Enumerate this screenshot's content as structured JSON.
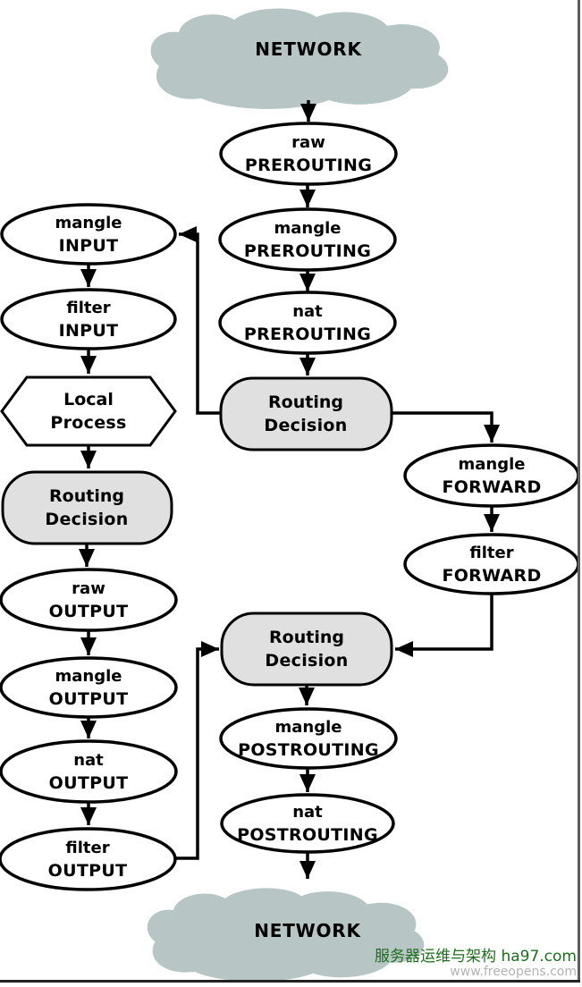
{
  "colors": {
    "cloud_fill": "#b7c5c5",
    "node_fill": "#ffffff",
    "decision_fill": "#e0e0e0",
    "stroke": "#000000",
    "watermark_green": "#1c6e1c",
    "watermark_gray": "#b3b3b3",
    "edge_right_shadow": "#5e5e5e",
    "edge_bottom_shadow": "#222222"
  },
  "clouds": {
    "top": {
      "label": "NETWORK"
    },
    "bottom": {
      "label": "NETWORK"
    }
  },
  "nodes": {
    "raw_prerouting": {
      "line1": "raw",
      "line2": "PREROUTING"
    },
    "mangle_prerouting": {
      "line1": "mangle",
      "line2": "PREROUTING"
    },
    "nat_prerouting": {
      "line1": "nat",
      "line2": "PREROUTING"
    },
    "mangle_input": {
      "line1": "mangle",
      "line2": "INPUT"
    },
    "filter_input": {
      "line1": "filter",
      "line2": "INPUT"
    },
    "local_process": {
      "line1": "Local",
      "line2": "Process"
    },
    "routing_decision_left": {
      "line1": "Routing",
      "line2": "Decision"
    },
    "routing_decision_mid": {
      "line1": "Routing",
      "line2": "Decision"
    },
    "routing_decision_bottom": {
      "line1": "Routing",
      "line2": "Decision"
    },
    "raw_output": {
      "line1": "raw",
      "line2": "OUTPUT"
    },
    "mangle_output": {
      "line1": "mangle",
      "line2": "OUTPUT"
    },
    "nat_output": {
      "line1": "nat",
      "line2": "OUTPUT"
    },
    "filter_output": {
      "line1": "filter",
      "line2": "OUTPUT"
    },
    "mangle_forward": {
      "line1": "mangle",
      "line2": "FORWARD"
    },
    "filter_forward": {
      "line1": "filter",
      "line2": "FORWARD"
    },
    "mangle_postrouting": {
      "line1": "mangle",
      "line2": "POSTROUTING"
    },
    "nat_postrouting": {
      "line1": "nat",
      "line2": "POSTROUTING"
    }
  },
  "watermark": {
    "line1": "服务器运维与架构 ha97.com",
    "line2": "www.freeopens.com"
  }
}
